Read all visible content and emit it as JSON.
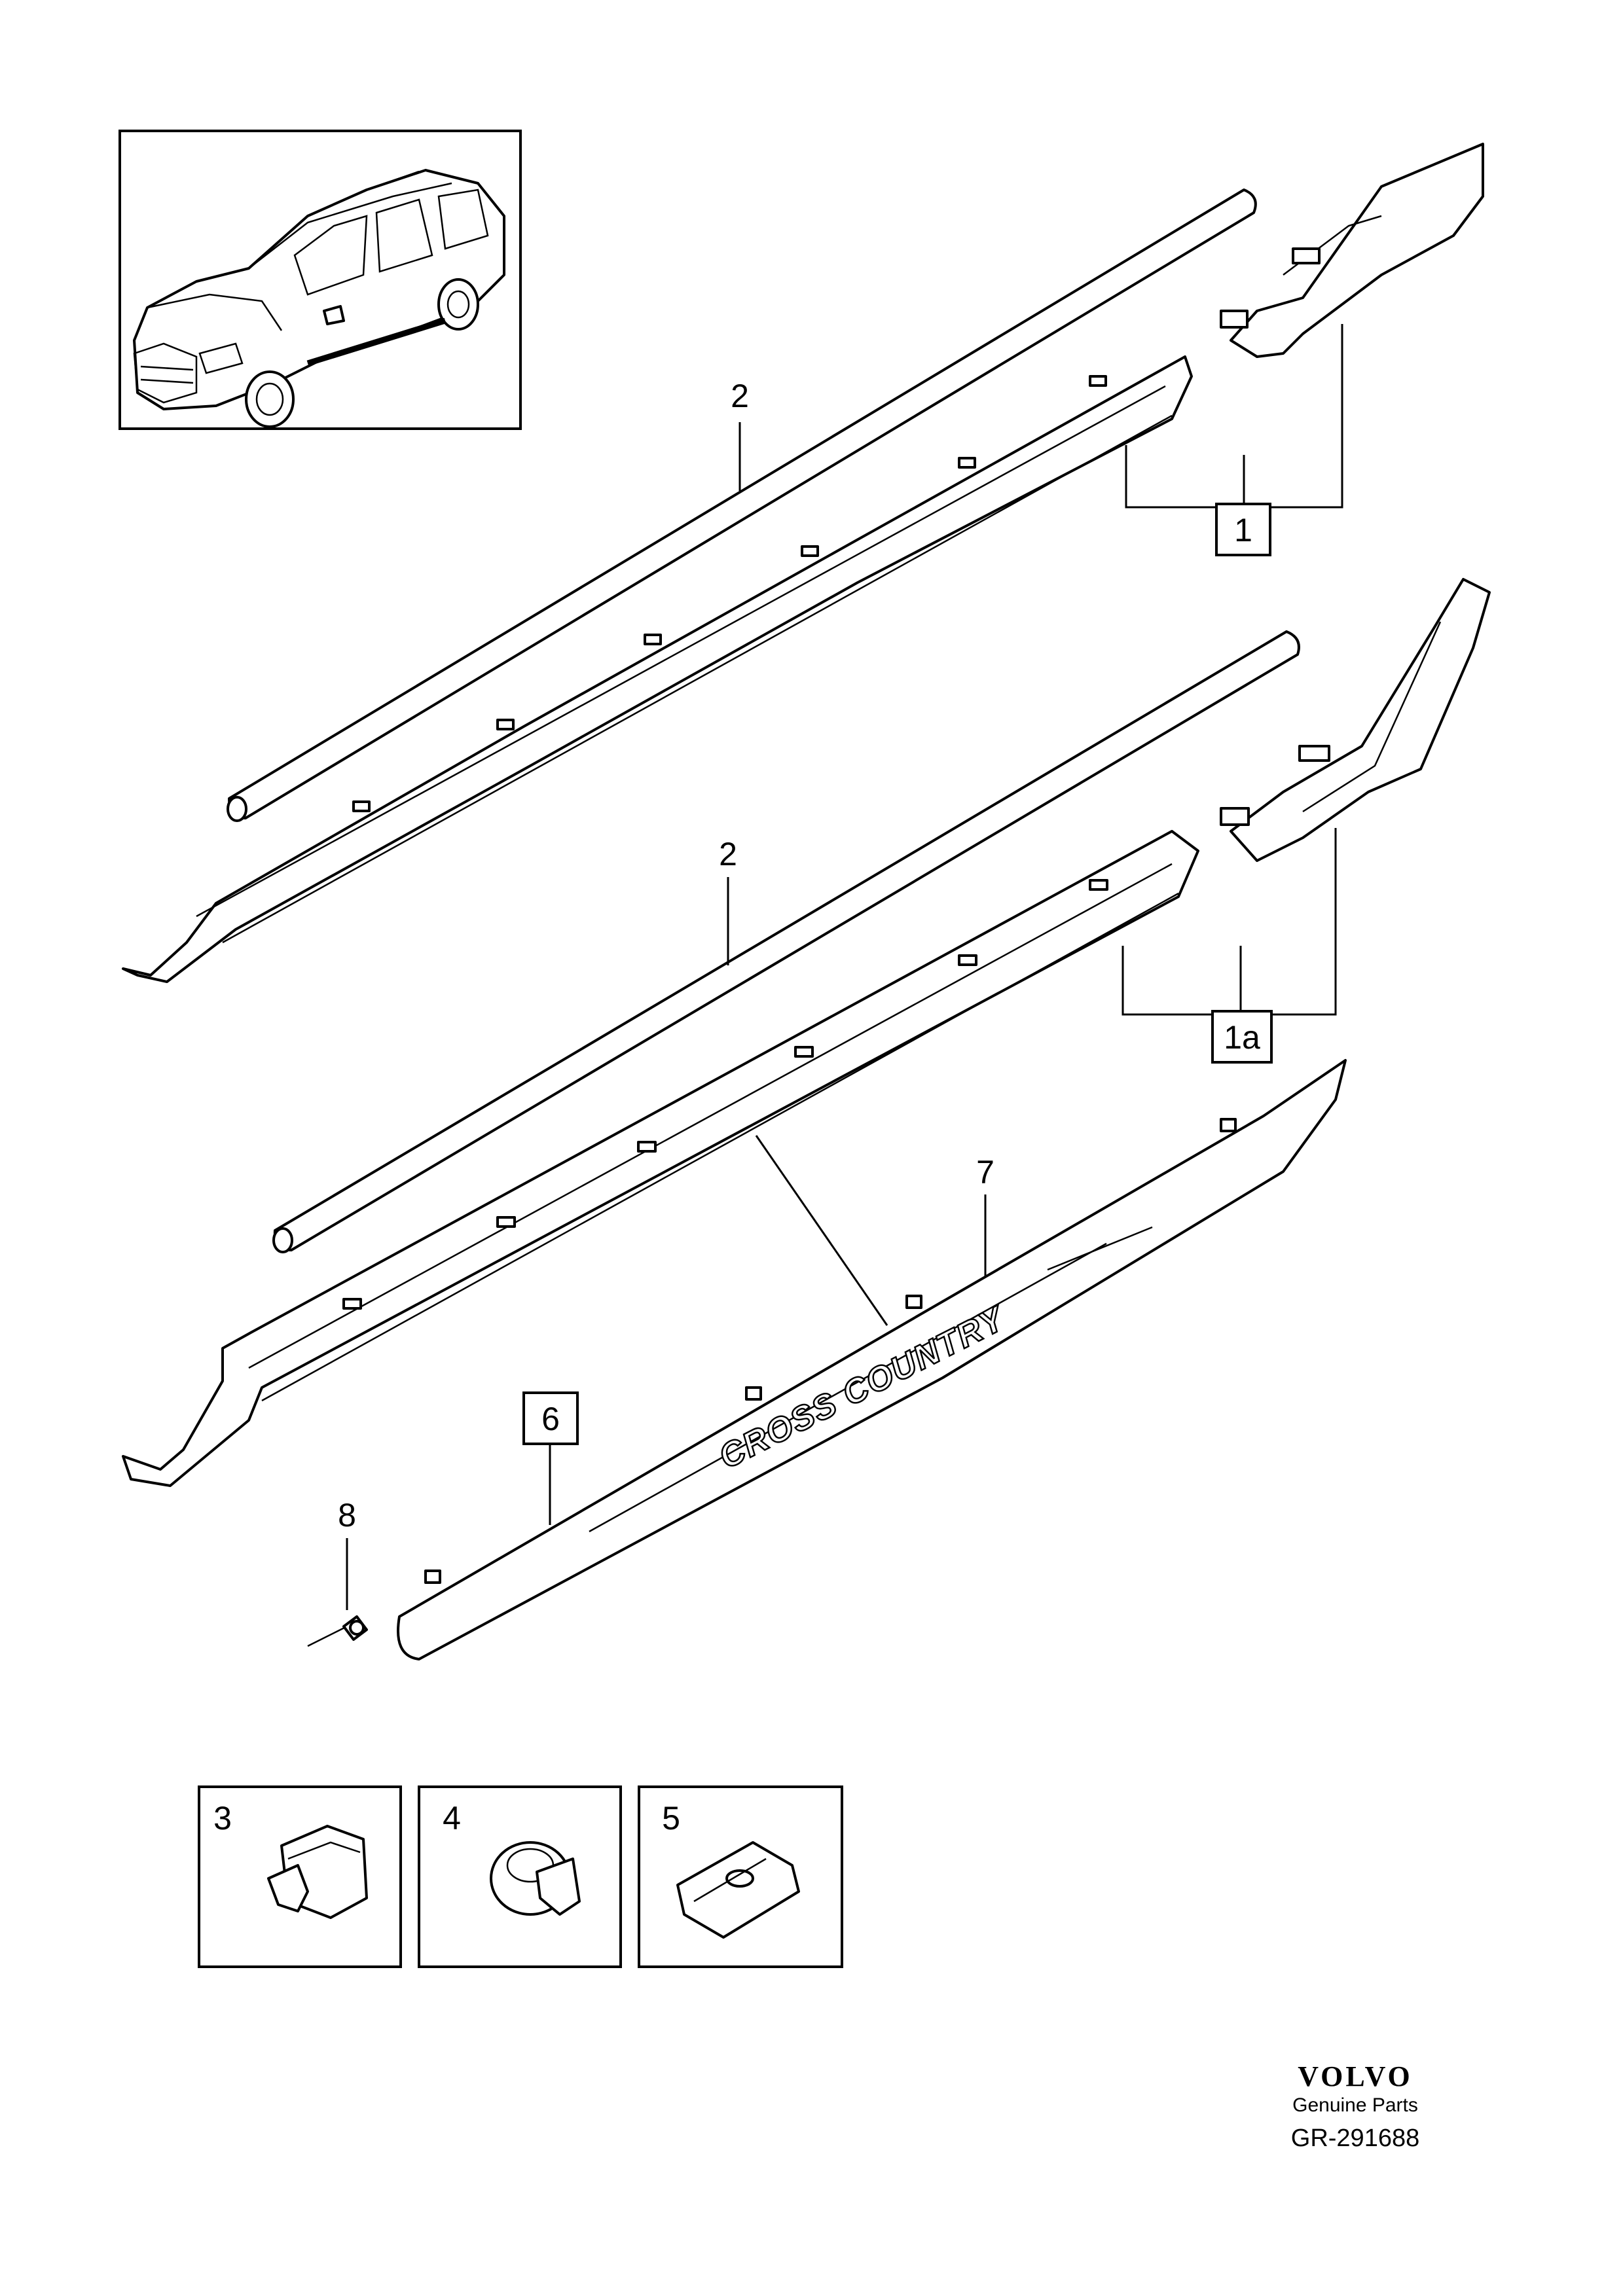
{
  "callouts": {
    "p1": "1",
    "p1a": "1a",
    "p2_upper": "2",
    "p2_lower": "2",
    "p3": "3",
    "p4": "4",
    "p5": "5",
    "p6": "6",
    "p7": "7",
    "p8": "8"
  },
  "emblem_text": "CROSS COUNTRY",
  "brand": {
    "logo": "VOLVO",
    "subtitle": "Genuine Parts",
    "code": "GR-291688"
  }
}
